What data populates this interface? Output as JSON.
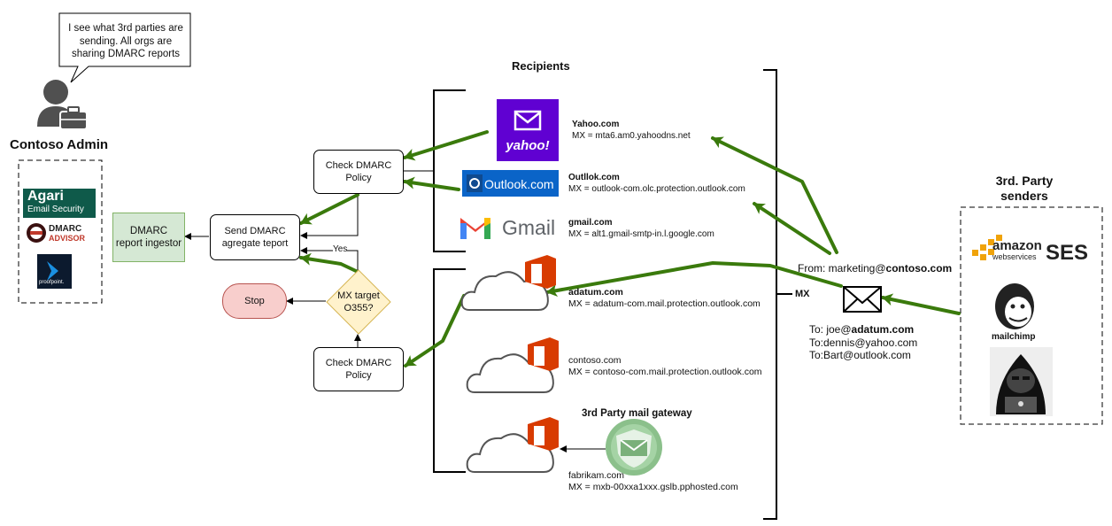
{
  "speech_bubble": {
    "line1": "I see what 3rd parties are",
    "line2": "sending. All orgs are",
    "line3": "sharing DMARC reports"
  },
  "admin": {
    "title": "Contoso Admin"
  },
  "vendors": {
    "agari_name": "Agari",
    "agari_sub": "Email Security",
    "dmarc_advisor_line1": "DMARC",
    "dmarc_advisor_line2": "ADVISOR",
    "proofpoint": "proofpoint."
  },
  "flow": {
    "ingestor_line1": "DMARC",
    "ingestor_line2": "report ingestor",
    "send_line1": "Send DMARC",
    "send_line2": "agregate teport",
    "check_top_line1": "Check DMARC",
    "check_top_line2": "Policy",
    "check_bottom_line1": "Check DMARC",
    "check_bottom_line2": "Policy",
    "diamond_line1": "MX target",
    "diamond_line2": "O355?",
    "yes_label": "Yes",
    "stop_label": "Stop"
  },
  "recipients": {
    "heading": "Recipients",
    "yahoo": {
      "logo": "yahoo!",
      "name": "Yahoo.com",
      "mx": "MX = mta6.am0.yahoodns.net"
    },
    "outlook": {
      "logo": "Outlook.com",
      "name": "Outllok.com",
      "mx": "MX = outlook-com.olc.protection.outlook.com"
    },
    "gmail": {
      "logo": "Gmail",
      "name": "gmail.com",
      "mx": "MX = alt1.gmail-smtp-in.l.google.com"
    },
    "adatum": {
      "name": "adatum.com",
      "mx": "MX = adatum-com.mail.protection.outlook.com"
    },
    "contoso": {
      "name": "contoso.com",
      "mx": "MX = contoso-com.mail.protection.outlook.com"
    },
    "fabrikam": {
      "gateway_label": "3rd Party mail gateway",
      "name": "fabrikam.com",
      "mx": "MX = mxb-00xxa1xxx.gslb.pphosted.com"
    }
  },
  "mx_label": "MX",
  "message": {
    "from_prefix": "From: marketing@",
    "from_domain": "contoso.com",
    "to_line1_prefix": "To: joe@",
    "to_line1_domain": "adatum.com",
    "to_line2": "To:dennis@yahoo.com",
    "to_line3": "To:Bart@outlook.com"
  },
  "senders": {
    "heading_line1": "3rd. Party",
    "heading_line2": "senders",
    "amazon_line1": "amazon",
    "amazon_line2": "webservices",
    "amazon_ses": "SES",
    "mailchimp": "mailchimp"
  },
  "colors": {
    "green_arrow": "#3a7a0c",
    "ingestor_fill": "#d5e8d4",
    "ingestor_border": "#82b366",
    "diamond_fill": "#fff2cc",
    "diamond_border": "#d6b656",
    "stop_fill": "#f8cecc",
    "stop_border": "#b85450",
    "office_red": "#d83b01",
    "yahoo_purple": "#6001d2",
    "outlook_blue": "#0a64c8",
    "agari_green": "#0f5a4a",
    "proofpoint_blue": "#1a8fe0"
  }
}
